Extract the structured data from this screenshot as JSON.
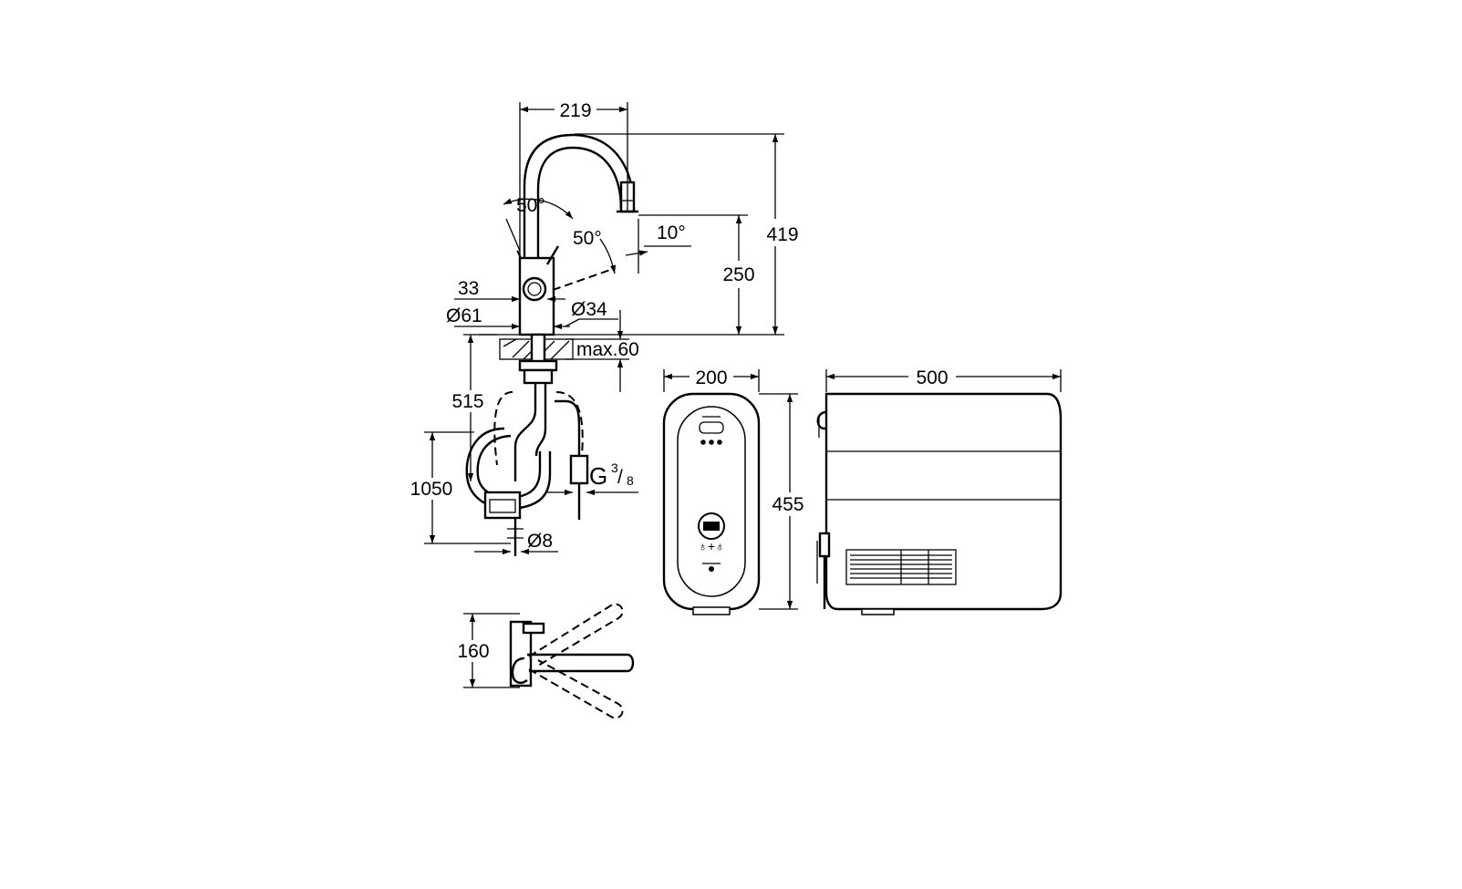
{
  "dimensions": {
    "faucet_width": "219",
    "faucet_height": "419",
    "spout_height": "250",
    "lever_angle_top": "50°",
    "lever_angle_side": "50°",
    "spout_tilt": "10°",
    "lever_offset": "33",
    "base_diameter": "Ø61",
    "hole_diameter": "Ø34",
    "deck_thickness": "max.60",
    "hose_length": "515",
    "total_length": "1050",
    "connection_main": "G",
    "connection_sup": "3",
    "connection_sub": "8",
    "pipe_diameter": "Ø8",
    "swivel_depth": "160",
    "boiler_width": "200",
    "boiler_height": "455",
    "boiler_depth": "500"
  }
}
